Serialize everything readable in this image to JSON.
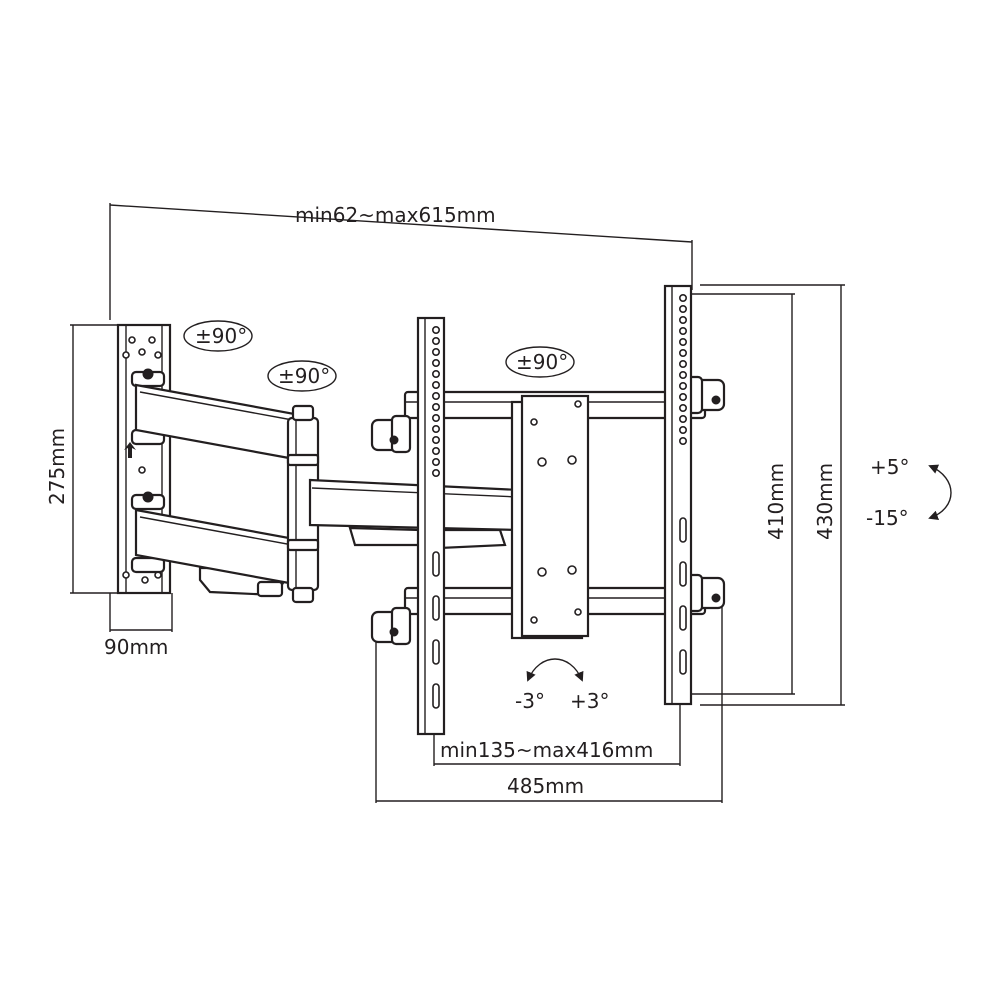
{
  "dimensions": {
    "arm_extension": "min62~max615mm",
    "wall_plate_height": "275mm",
    "wall_plate_width": "90mm",
    "vesa_horizontal": "min135~max416mm",
    "total_width": "485mm",
    "vesa_vertical": "410mm",
    "total_height": "430mm"
  },
  "rotations": {
    "swivel_wall": "±90°",
    "swivel_arm": "±90°",
    "swivel_head": "±90°",
    "tilt_up": "+5°",
    "tilt_down": "-15°",
    "level_left": "-3°",
    "level_right": "+3°"
  },
  "colors": {
    "line": "#231f20",
    "background": "#ffffff"
  }
}
